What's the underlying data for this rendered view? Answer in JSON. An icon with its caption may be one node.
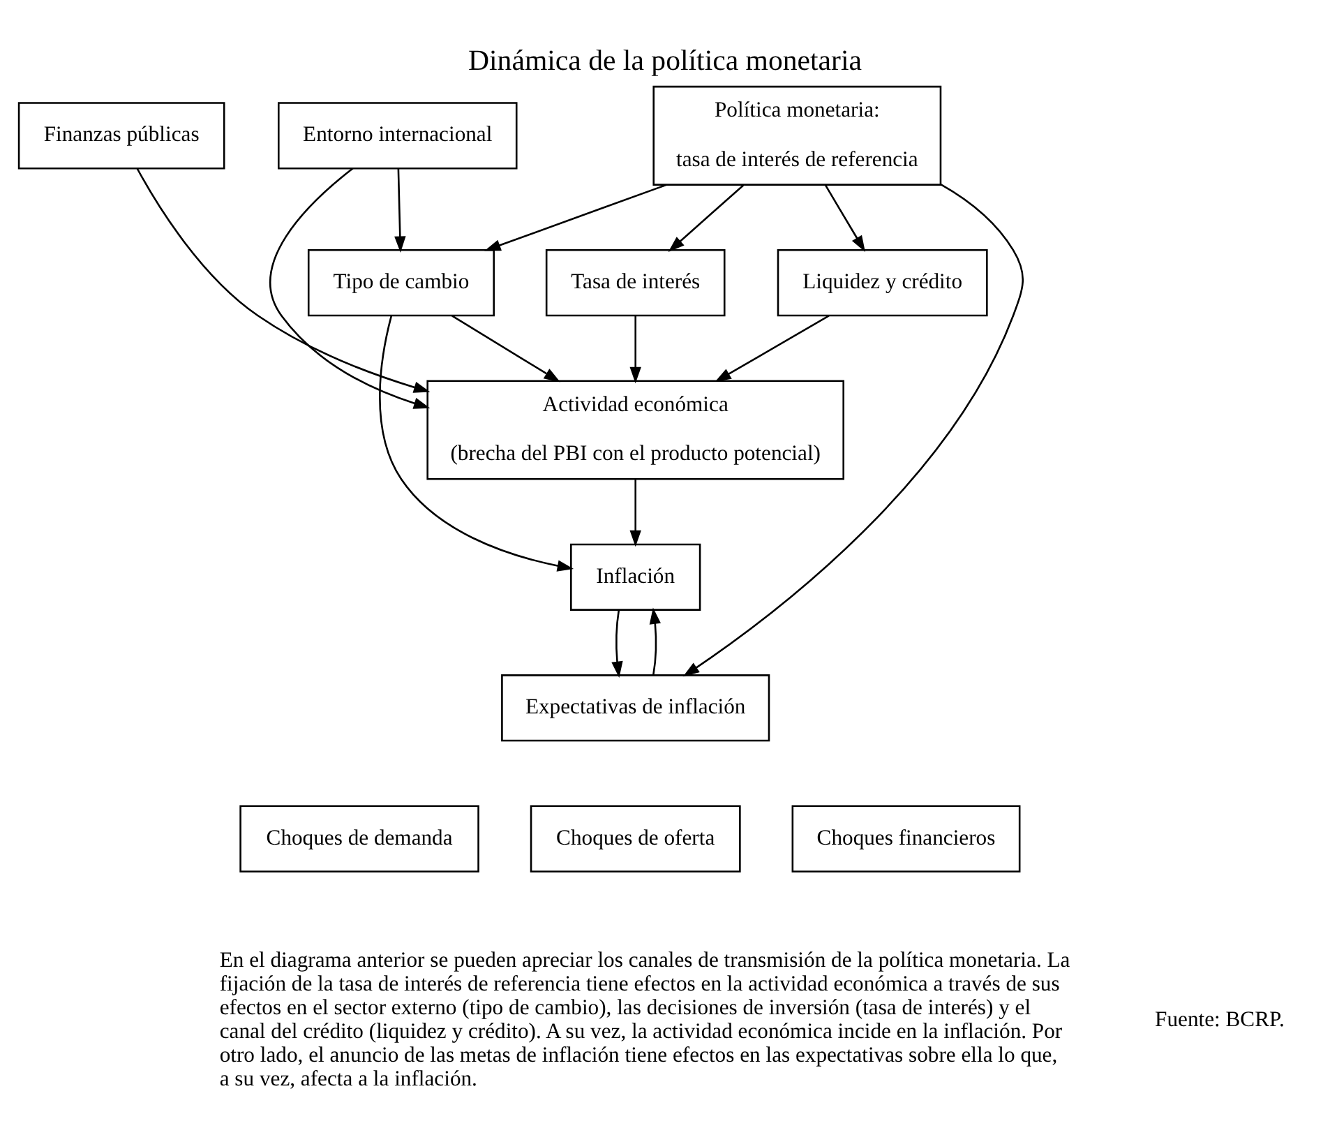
{
  "diagram": {
    "title": "Dinámica de la política monetaria",
    "caption": "En el diagrama anterior se pueden apreciar los canales de transmisión de la política monetaria. La fijación de la tasa de interés de referencia tiene efectos en la actividad económica a través de sus efectos en el sector externo (tipo de cambio), las decisiones de inversión (tasa de interés) y el canal del crédito (liquidez y crédito). A su vez, la actividad económica incide en la inflación. Por otro lado, el anuncio de las metas de inflación tiene efectos en las expectativas sobre ella lo que, a su vez, afecta a la inflación.",
    "nodes": [
      {
        "text": [
          "Política monetaria:",
          "tasa de interés de referencia"
        ]
      },
      {
        "text": [
          "Entorno internacional"
        ]
      },
      {
        "text": [
          "Finanzas públicas"
        ]
      },
      {
        "text": [
          "Tipo de cambio"
        ]
      },
      {
        "text": [
          "Tasa de interés"
        ]
      },
      {
        "text": [
          "Liquidez y crédito"
        ]
      },
      {
        "text": [
          "Actividad económica",
          "(brecha del PBI con el producto potencial)"
        ]
      },
      {
        "text": [
          "Inflación"
        ]
      },
      {
        "text": [
          "Expectativas de inflación"
        ]
      },
      {
        "text": [
          "Choques de demanda"
        ]
      },
      {
        "text": [
          "Choques de oferta"
        ]
      },
      {
        "text": [
          "Choques financieros"
        ]
      }
    ],
    "edges": [
      {
        "from": 1,
        "to": 3,
        "arrow": "to"
      },
      {
        "from": 1,
        "to": 6,
        "arrow": "to"
      },
      {
        "from": 2,
        "to": 6,
        "arrow": "to"
      },
      {
        "from": 0,
        "to": 3,
        "arrow": "to"
      },
      {
        "from": 0,
        "to": 4,
        "arrow": "to"
      },
      {
        "from": 0,
        "to": 5,
        "arrow": "to"
      },
      {
        "from": 3,
        "to": 6,
        "arrow": "to"
      },
      {
        "from": 4,
        "to": 6,
        "arrow": "to"
      },
      {
        "from": 5,
        "to": 6,
        "arrow": "to"
      },
      {
        "from": 3,
        "to": 7,
        "arrow": "to"
      },
      {
        "from": 6,
        "to": 7,
        "arrow": "to"
      },
      {
        "from": 7,
        "to": 8,
        "arrow": "to"
      },
      {
        "from": 8,
        "to": 7,
        "arrow": "to"
      },
      {
        "from": 0,
        "to": 8,
        "arrow": "to"
      }
    ],
    "labels": [
      "Fuente: BCRP."
    ]
  }
}
